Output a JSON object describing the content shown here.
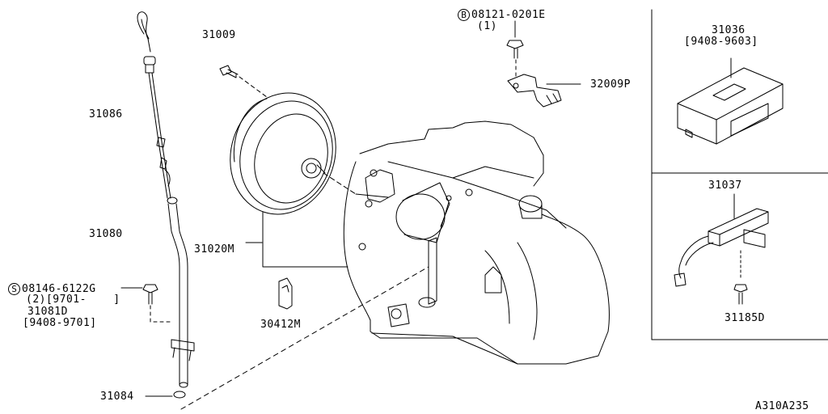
{
  "labels": {
    "p31009": "31009",
    "p31086": "31086",
    "p31080": "31080",
    "p31020m": "31020M",
    "p30412m": "30412M",
    "p31084": "31084",
    "bolt_b_symbol": "B",
    "bolt_b_part": "08121-0201E",
    "bolt_b_qty": "(1)",
    "p32009p": "32009P",
    "bolt_s_symbol": "S",
    "bolt_s_part": "08146-6122G",
    "bolt_s_note": "(2)[9701-    ]",
    "p31081d": "31081D",
    "p31081d_range": "[9408-9701]",
    "p31036": "31036",
    "p31036_range": "[9408-9603]",
    "p31037": "31037",
    "p31185d": "31185D",
    "diagram_code": "A310A235"
  }
}
